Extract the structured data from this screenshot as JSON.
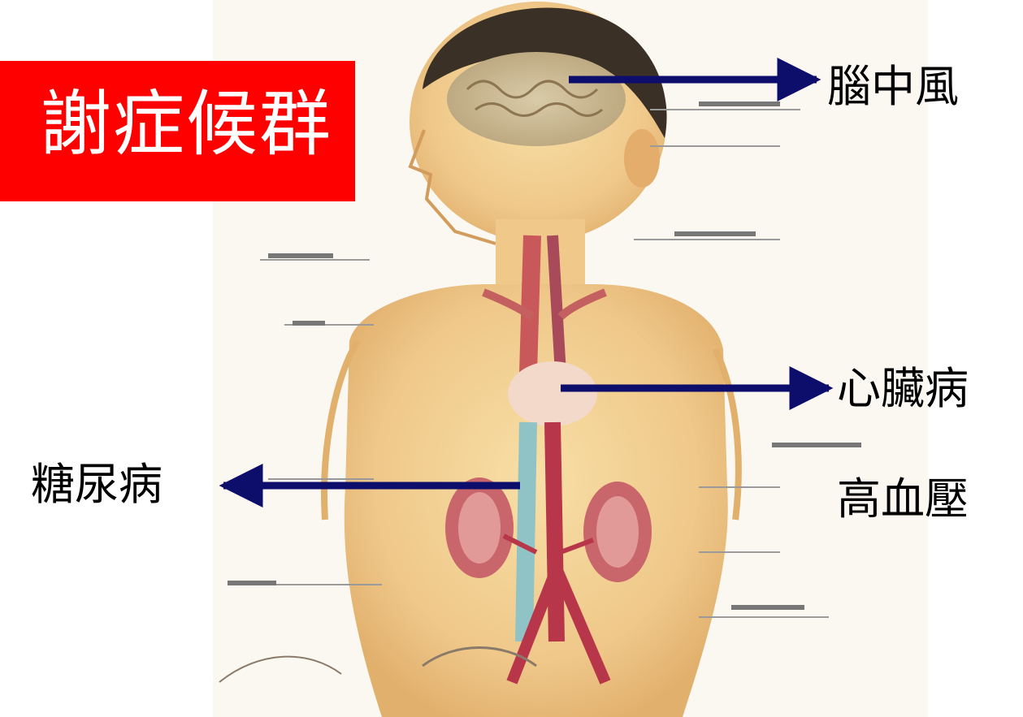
{
  "title": {
    "text": "謝症候群",
    "background_color": "#ff0000",
    "text_color": "#ffffff"
  },
  "annotations": {
    "stroke": "腦中風",
    "heart_disease": "心臟病",
    "diabetes": "糖尿病",
    "hypertension": "高血壓"
  },
  "arrow_color": "#0d0d6b",
  "illustration": "anatomical-body-illustration"
}
